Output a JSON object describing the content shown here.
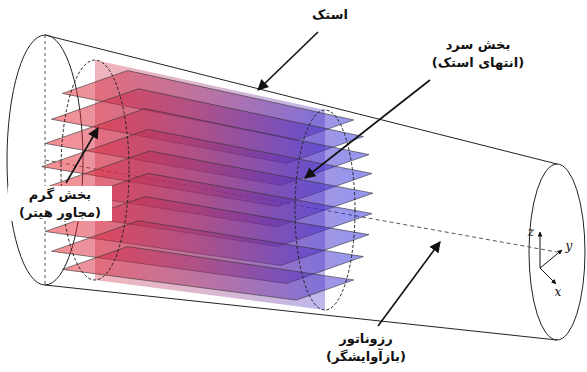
{
  "diagram": {
    "labels": [
      "استک",
      "بخش سرد (انتهای استک)",
      "بخش گرم (مجاور هیتر)",
      "رزوناتور (بازآوایشگر)",
      "z",
      "y",
      "x"
    ]
  }
}
